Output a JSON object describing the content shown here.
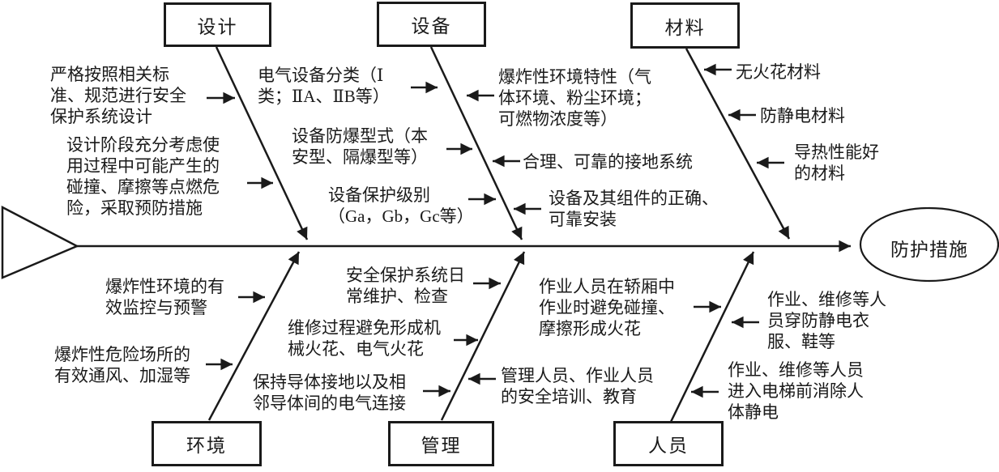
{
  "diagram": {
    "type": "fishbone-cause-effect",
    "head": {
      "label": "防护措施"
    },
    "colors": {
      "ink": "#1a1a1a",
      "background": "#ffffff"
    },
    "categories": [
      {
        "id": "design",
        "label": "设计",
        "position": "top",
        "causes": [
          {
            "side": "left",
            "text": "严格按照相关标\n准、规范进行安全\n保护系统设计"
          },
          {
            "side": "left",
            "text": "设计阶段充分考虑使\n用过程中可能产生的\n碰撞、摩擦等点燃危\n险，采取预防措施"
          }
        ]
      },
      {
        "id": "equipment",
        "label": "设备",
        "position": "top",
        "causes": [
          {
            "side": "left",
            "text": "电气设备分类（Ⅰ\n类；ⅡA、ⅡB等）"
          },
          {
            "side": "left",
            "text": "设备防爆型式（本\n安型、隔爆型等）"
          },
          {
            "side": "left",
            "text": "设备保护级别\n（Ga，Gb，Gc等）"
          },
          {
            "side": "right",
            "text": "爆炸性环境特性（气\n体环境、粉尘环境；\n可燃物浓度等）"
          },
          {
            "side": "right",
            "text": "合理、可靠的接地系统"
          },
          {
            "side": "right",
            "text": "设备及其组件的正确、\n可靠安装"
          }
        ]
      },
      {
        "id": "material",
        "label": "材料",
        "position": "top",
        "causes": [
          {
            "side": "right",
            "text": "无火花材料"
          },
          {
            "side": "right",
            "text": "防静电材料"
          },
          {
            "side": "right",
            "text": "导热性能好\n的材料"
          }
        ]
      },
      {
        "id": "environment",
        "label": "环境",
        "position": "bottom",
        "causes": [
          {
            "side": "left",
            "text": "爆炸性环境的有\n效监控与预警"
          },
          {
            "side": "left",
            "text": "爆炸性危险场所的\n有效通风、加湿等"
          }
        ]
      },
      {
        "id": "management",
        "label": "管理",
        "position": "bottom",
        "causes": [
          {
            "side": "left",
            "text": "安全保护系统日\n常维护、检查"
          },
          {
            "side": "left",
            "text": "维修过程避免形成机\n械火花、电气火花"
          },
          {
            "side": "left",
            "text": "保持导体接地以及相\n邻导体间的电气连接"
          },
          {
            "side": "right",
            "text": "管理人员、作业人员\n的安全培训、教育"
          }
        ]
      },
      {
        "id": "personnel",
        "label": "人员",
        "position": "bottom",
        "causes": [
          {
            "side": "left",
            "text": "作业人员在轿厢中\n作业时避免碰撞、\n摩擦形成火花"
          },
          {
            "side": "right",
            "text": "作业、维修等人\n员穿防静电衣\n服、鞋等"
          },
          {
            "side": "right",
            "text": "作业、维修等人员\n进入电梯前消除人\n体静电"
          }
        ]
      }
    ]
  }
}
